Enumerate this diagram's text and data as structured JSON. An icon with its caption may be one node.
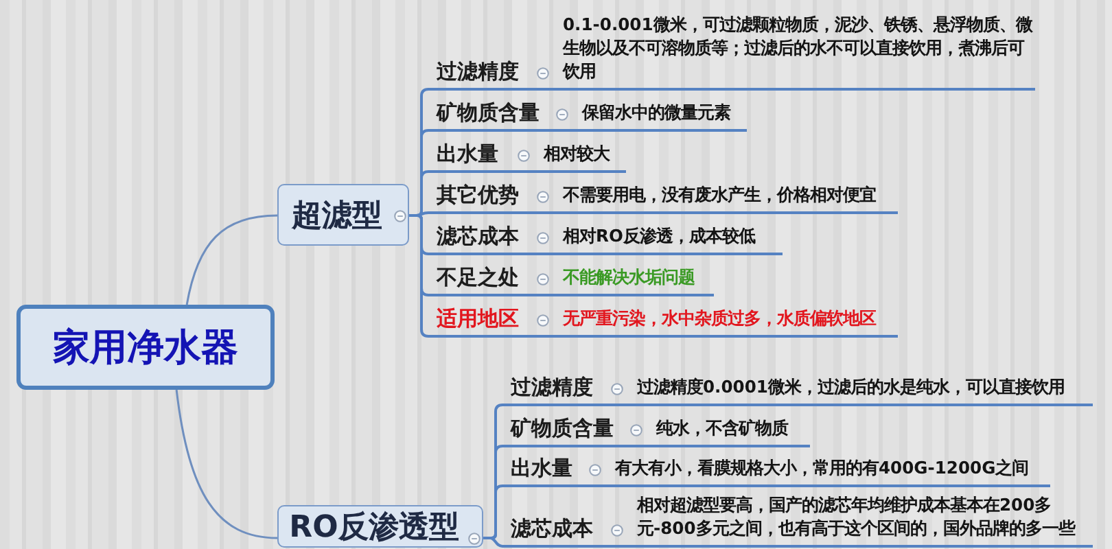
{
  "diagram": {
    "nodes": [
      {
        "text": [
          "家用净水器"
        ]
      },
      {
        "text": [
          "超滤型"
        ]
      },
      {
        "text": [
          "过滤精度"
        ]
      },
      {
        "text": [
          "0.1-0.001微米，可过滤颗粒物质，泥沙、铁锈、悬浮物质、微生物以及不可溶物质等；过滤后的水不可以直接饮用，煮沸后可饮用"
        ]
      },
      {
        "text": [
          "矿物质含量"
        ]
      },
      {
        "text": [
          "保留水中的微量元素"
        ]
      },
      {
        "text": [
          "出水量"
        ]
      },
      {
        "text": [
          "相对较大"
        ]
      },
      {
        "text": [
          "其它优势"
        ]
      },
      {
        "text": [
          "不需要用电，没有废水产生，价格相对便宜"
        ]
      },
      {
        "text": [
          "滤芯成本"
        ]
      },
      {
        "text": [
          "相对RO反渗透，成本较低"
        ]
      },
      {
        "text": [
          "不足之处"
        ]
      },
      {
        "text": [
          "不能解决水垢问题"
        ]
      },
      {
        "text": [
          "适用地区"
        ]
      },
      {
        "text": [
          "无严重污染，水中杂质过多，水质偏软地区"
        ]
      },
      {
        "text": [
          "RO反渗透型"
        ]
      },
      {
        "text": [
          "过滤精度"
        ]
      },
      {
        "text": [
          "过滤精度0.0001微米，过滤后的水是纯水，可以直接饮用"
        ]
      },
      {
        "text": [
          "矿物质含量"
        ]
      },
      {
        "text": [
          "纯水，不含矿物质"
        ]
      },
      {
        "text": [
          "出水量"
        ]
      },
      {
        "text": [
          "有大有小，看膜规格大小，常用的有400G-1200G之间"
        ]
      },
      {
        "text": [
          "滤芯成本"
        ]
      },
      {
        "text": [
          "相对超滤型要高，国产的滤芯年均维护成本基本在200多元-800多元之间，也有高于这个区间的，国外品牌的多一些"
        ]
      }
    ],
    "edges": [
      {
        "from": 0,
        "to": 1,
        "arrow": "none"
      },
      {
        "from": 0,
        "to": 16,
        "arrow": "none"
      },
      {
        "from": 1,
        "to": 2,
        "arrow": "none"
      },
      {
        "from": 2,
        "to": 3,
        "arrow": "none"
      },
      {
        "from": 1,
        "to": 4,
        "arrow": "none"
      },
      {
        "from": 4,
        "to": 5,
        "arrow": "none"
      },
      {
        "from": 1,
        "to": 6,
        "arrow": "none"
      },
      {
        "from": 6,
        "to": 7,
        "arrow": "none"
      },
      {
        "from": 1,
        "to": 8,
        "arrow": "none"
      },
      {
        "from": 8,
        "to": 9,
        "arrow": "none"
      },
      {
        "from": 1,
        "to": 10,
        "arrow": "none"
      },
      {
        "from": 10,
        "to": 11,
        "arrow": "none"
      },
      {
        "from": 1,
        "to": 12,
        "arrow": "none"
      },
      {
        "from": 12,
        "to": 13,
        "arrow": "none"
      },
      {
        "from": 1,
        "to": 14,
        "arrow": "none"
      },
      {
        "from": 14,
        "to": 15,
        "arrow": "none"
      },
      {
        "from": 16,
        "to": 17,
        "arrow": "none"
      },
      {
        "from": 17,
        "to": 18,
        "arrow": "none"
      },
      {
        "from": 16,
        "to": 19,
        "arrow": "none"
      },
      {
        "from": 19,
        "to": 20,
        "arrow": "none"
      },
      {
        "from": 16,
        "to": 21,
        "arrow": "none"
      },
      {
        "from": 21,
        "to": 22,
        "arrow": "none"
      },
      {
        "from": 16,
        "to": 23,
        "arrow": "none"
      },
      {
        "from": 23,
        "to": 24,
        "arrow": "none"
      }
    ]
  }
}
